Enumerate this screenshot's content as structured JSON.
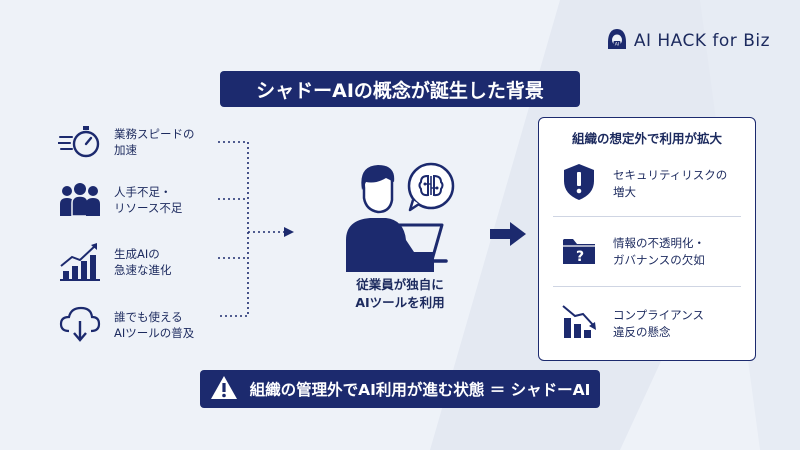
{
  "brand": {
    "logo_text": "AI HACK for Biz",
    "logo_icon": "hacker-hood-icon"
  },
  "title": "シャドーAIの概念が誕生した背景",
  "drivers": [
    {
      "icon": "stopwatch-icon",
      "label": "業務スピードの\n加速"
    },
    {
      "icon": "people-icon",
      "label": "人手不足・\nリソース不足"
    },
    {
      "icon": "growth-chart-icon",
      "label": "生成AIの\n急速な進化"
    },
    {
      "icon": "cloud-download-icon",
      "label": "誰でも使える\nAIツールの普及"
    }
  ],
  "center": {
    "caption": "従業員が独自に\nAIツールを利用",
    "icon": "person-laptop-icon",
    "bubble_icon": "brain-circuit-icon"
  },
  "risks": {
    "title": "組織の想定外で利用が拡大",
    "items": [
      {
        "icon": "shield-alert-icon",
        "label": "セキュリティリスクの\n増大"
      },
      {
        "icon": "folder-question-icon",
        "label": "情報の不透明化・\nガバナンスの欠如"
      },
      {
        "icon": "declining-chart-icon",
        "label": "コンプライアンス\n違反の懸念"
      }
    ]
  },
  "conclusion": {
    "text": "組織の管理外でAI利用が進む状態 ＝ シャドーAI",
    "icon": "warning-icon"
  },
  "colors": {
    "navy": "#1c2a6e",
    "background": "#eef2f8"
  }
}
